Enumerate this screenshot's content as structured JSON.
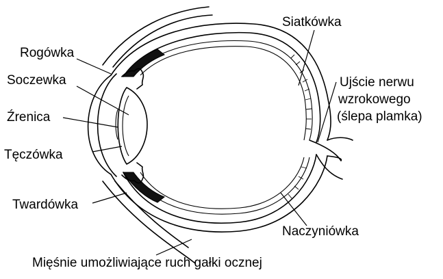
{
  "labels": {
    "cornea": "Rogówka",
    "lens": "Soczewka",
    "pupil": "Źrenica",
    "iris": "Tęczówka",
    "sclera": "Twardówka",
    "retina": "Siatkówka",
    "optic_nerve_1": "Ujście nerwu",
    "optic_nerve_2": "wzrokowego",
    "optic_nerve_3": "(ślepa plamka)",
    "choroid": "Naczyniówka",
    "muscles": "Mięśnie umożliwiające ruch gałki ocznej"
  }
}
